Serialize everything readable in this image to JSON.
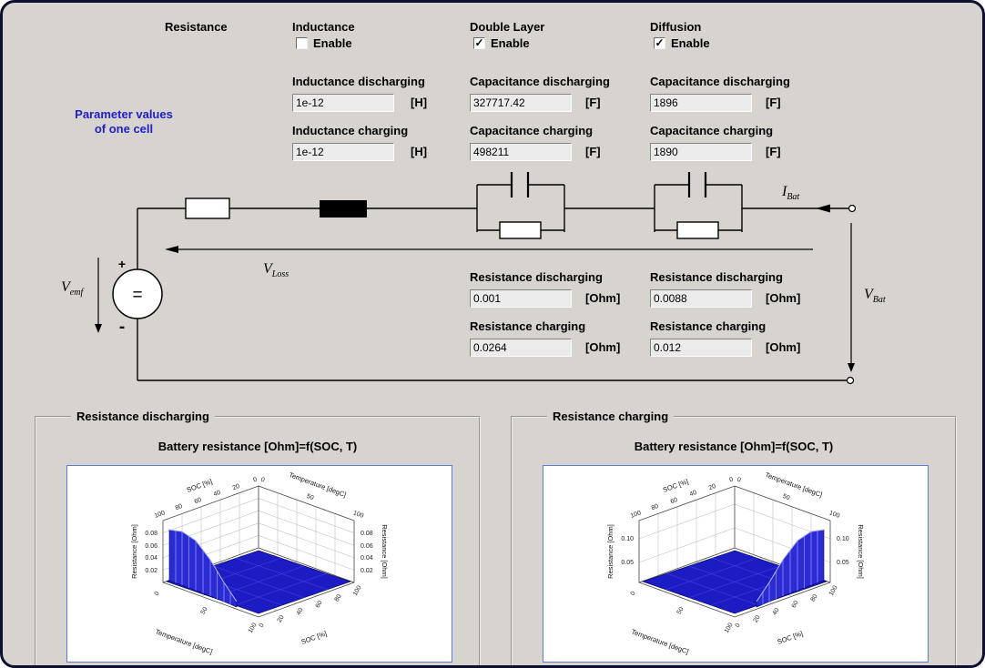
{
  "window": {
    "bg_color": "#d7d4cf",
    "accent_blue": "#2020cc",
    "plot_border": "#5b7bd5"
  },
  "header": {
    "resistance": "Resistance",
    "inductance": "Inductance",
    "double_layer": "Double Layer",
    "diffusion": "Diffusion",
    "enable": "Enable",
    "inductance_enabled": false,
    "double_layer_enabled": true,
    "diffusion_enabled": true,
    "inductance_check": "",
    "double_layer_check": "✓",
    "diffusion_check": "✓"
  },
  "param_note": {
    "line1": "Parameter values",
    "line2": "of one cell"
  },
  "fields": {
    "ind_dis": {
      "label": "Inductance discharging",
      "value": "1e-12",
      "unit": "[H]"
    },
    "ind_chg": {
      "label": "Inductance charging",
      "value": "1e-12",
      "unit": "[H]"
    },
    "dl_cap_dis": {
      "label": "Capacitance discharging",
      "value": "327717.42",
      "unit": "[F]"
    },
    "dl_cap_chg": {
      "label": "Capacitance charging",
      "value": "498211",
      "unit": "[F]"
    },
    "df_cap_dis": {
      "label": "Capacitance discharging",
      "value": "1896",
      "unit": "[F]"
    },
    "df_cap_chg": {
      "label": "Capacitance charging",
      "value": "1890",
      "unit": "[F]"
    },
    "dl_res_dis": {
      "label": "Resistance discharging",
      "value": "0.001",
      "unit": "[Ohm]"
    },
    "dl_res_chg": {
      "label": "Resistance charging",
      "value": "0.0264",
      "unit": "[Ohm]"
    },
    "df_res_dis": {
      "label": "Resistance discharging",
      "value": "0.0088",
      "unit": "[Ohm]"
    },
    "df_res_chg": {
      "label": "Resistance charging",
      "value": "0.012",
      "unit": "[Ohm]"
    }
  },
  "circuit": {
    "v_emf": {
      "base": "V",
      "sub": "emf"
    },
    "v_loss": {
      "base": "V",
      "sub": "Loss"
    },
    "i_bat": {
      "base": "I",
      "sub": "Bat"
    },
    "v_bat": {
      "base": "V",
      "sub": "Bat"
    },
    "source": "=",
    "plus": "+",
    "minus": "-"
  },
  "plots": {
    "discharging": {
      "group": "Resistance discharging",
      "title": "Battery resistance [Ohm]=f(SOC, T)",
      "soc_label": "SOC [%]",
      "temp_label": "Temperature [degC]",
      "z_label": "Resistance [Ohm]",
      "soc_ticks": [
        "0",
        "20",
        "40",
        "60",
        "80",
        "100"
      ],
      "temp_ticks": [
        "0",
        "50",
        "100"
      ],
      "z_ticks": [
        "0.02",
        "0.04",
        "0.06",
        "0.08"
      ]
    },
    "charging": {
      "group": "Resistance charging",
      "title": "Battery resistance [Ohm]=f(SOC, T)",
      "soc_label": "SOC [%]",
      "temp_label": "Temperature [degC]",
      "z_label": "Resistance [Ohm]",
      "soc_ticks": [
        "0",
        "20",
        "40",
        "60",
        "80",
        "100"
      ],
      "temp_ticks": [
        "0",
        "50",
        "100"
      ],
      "z_ticks": [
        "0.05",
        "0.10"
      ]
    }
  },
  "chart_data": [
    {
      "type": "surface",
      "context": "Resistance discharging",
      "title": "Battery resistance [Ohm]=f(SOC, T)",
      "xlabel": "SOC [%]",
      "ylabel": "Temperature [degC]",
      "zlabel": "Resistance [Ohm]",
      "x_ticks": [
        0,
        20,
        40,
        60,
        80,
        100
      ],
      "y_ticks": [
        0,
        50,
        100
      ],
      "z_ticks": [
        0.02,
        0.04,
        0.06,
        0.08
      ],
      "zlim": [
        0.01,
        0.09
      ],
      "grid": true,
      "description": "3D mesh surface: battery discharging resistance is high (~0.08 Ohm) at low temperature, falling steeply to a flat plane of ~0.01-0.02 Ohm over the rest of the SOC/temperature range"
    },
    {
      "type": "surface",
      "context": "Resistance charging",
      "title": "Battery resistance [Ohm]=f(SOC, T)",
      "xlabel": "SOC [%]",
      "ylabel": "Temperature [degC]",
      "zlabel": "Resistance [Ohm]",
      "x_ticks": [
        0,
        20,
        40,
        60,
        80,
        100
      ],
      "y_ticks": [
        0,
        50,
        100
      ],
      "z_ticks": [
        0.05,
        0.1
      ],
      "zlim": [
        0.0,
        0.12
      ],
      "grid": true,
      "description": "3D mesh surface: battery charging resistance is high (~0.10-0.12 Ohm) at low temperature, falling steeply to a flat plane of ~0.02 Ohm over the rest of the SOC/temperature range"
    }
  ]
}
